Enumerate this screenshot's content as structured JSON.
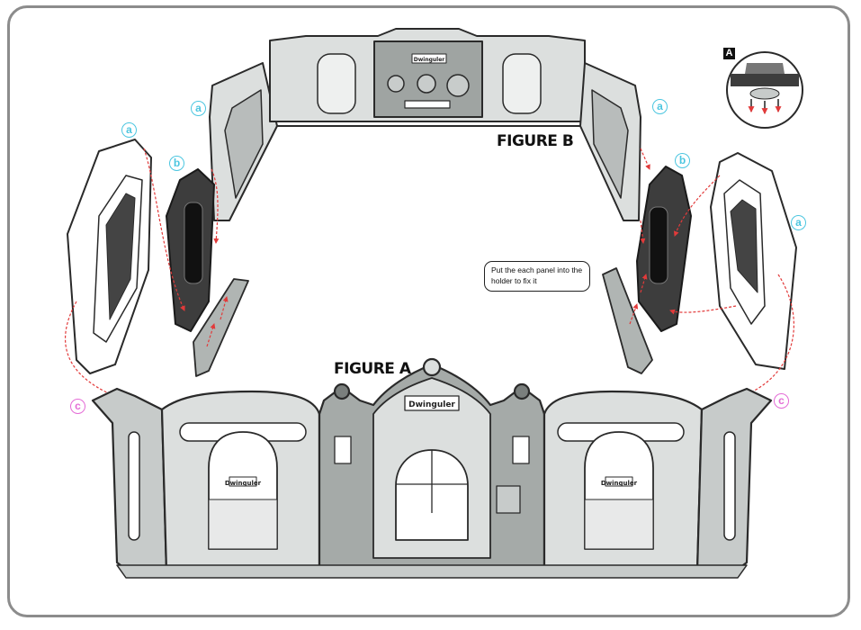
{
  "figures": {
    "figure_a": "FIGURE A",
    "figure_b": "FIGURE B"
  },
  "inset": {
    "label": "A"
  },
  "callout": {
    "text": "Put the each panel into the holder to fix it"
  },
  "part_markers": {
    "a": "a",
    "b": "b",
    "c": "c"
  },
  "brand": "Dwinguler",
  "colors": {
    "panel_light": "#dcdfde",
    "panel_mid": "#a9aeac",
    "panel_dark": "#3d3d3d",
    "outline": "#2a2a2a",
    "marker_a_b": "#4cc6e0",
    "marker_c": "#e46bd6",
    "arrow": "#e23a3a"
  }
}
